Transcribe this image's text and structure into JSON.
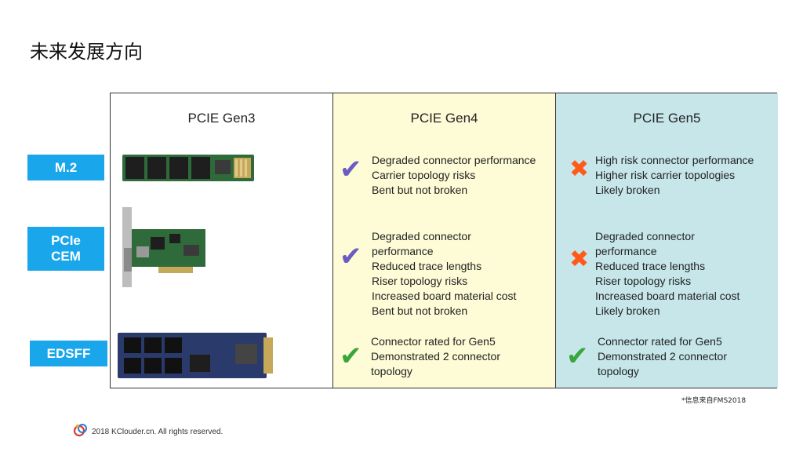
{
  "slide": {
    "title": "未来发展方向",
    "note": "*信息来自FMS2018",
    "footer": "2018 KClouder.cn. All rights reserved."
  },
  "columns": [
    {
      "header": "PCIE Gen3"
    },
    {
      "header": "PCIE Gen4"
    },
    {
      "header": "PCIE Gen5"
    }
  ],
  "rows": [
    {
      "label": "M.2",
      "gen4": {
        "mark": "check-icon",
        "lines": [
          "Degraded connector performance",
          "Carrier topology risks",
          "Bent but not broken"
        ]
      },
      "gen5": {
        "mark": "cross-icon",
        "lines": [
          "High risk connector performance",
          "Higher risk carrier topologies",
          "Likely broken"
        ]
      }
    },
    {
      "label": "PCIe CEM",
      "gen4": {
        "mark": "check-icon",
        "lines": [
          "Degraded connector",
          "performance",
          "Reduced trace lengths",
          "Riser topology risks",
          "Increased board material cost",
          "Bent but not broken"
        ]
      },
      "gen5": {
        "mark": "cross-icon",
        "lines": [
          "Degraded connector",
          "performance",
          "Reduced trace lengths",
          "Riser topology risks",
          "Increased board material cost",
          "Likely broken"
        ]
      }
    },
    {
      "label": "EDSFF",
      "gen4": {
        "mark": "check-icon",
        "lines": [
          "Connector rated for Gen5",
          "Demonstrated 2 connector",
          "topology"
        ]
      },
      "gen5": {
        "mark": "check-icon",
        "lines": [
          "Connector rated for Gen5",
          "Demonstrated 2 connector",
          "topology"
        ]
      }
    }
  ],
  "colors": {
    "label_bg": "#1aa6ea",
    "gen4_bg": "#fdfcd6",
    "gen5_bg": "#c6e6ea",
    "check_purple": "#6b5bc4",
    "check_green": "#3aa53a",
    "cross": "#ff5a1a"
  }
}
